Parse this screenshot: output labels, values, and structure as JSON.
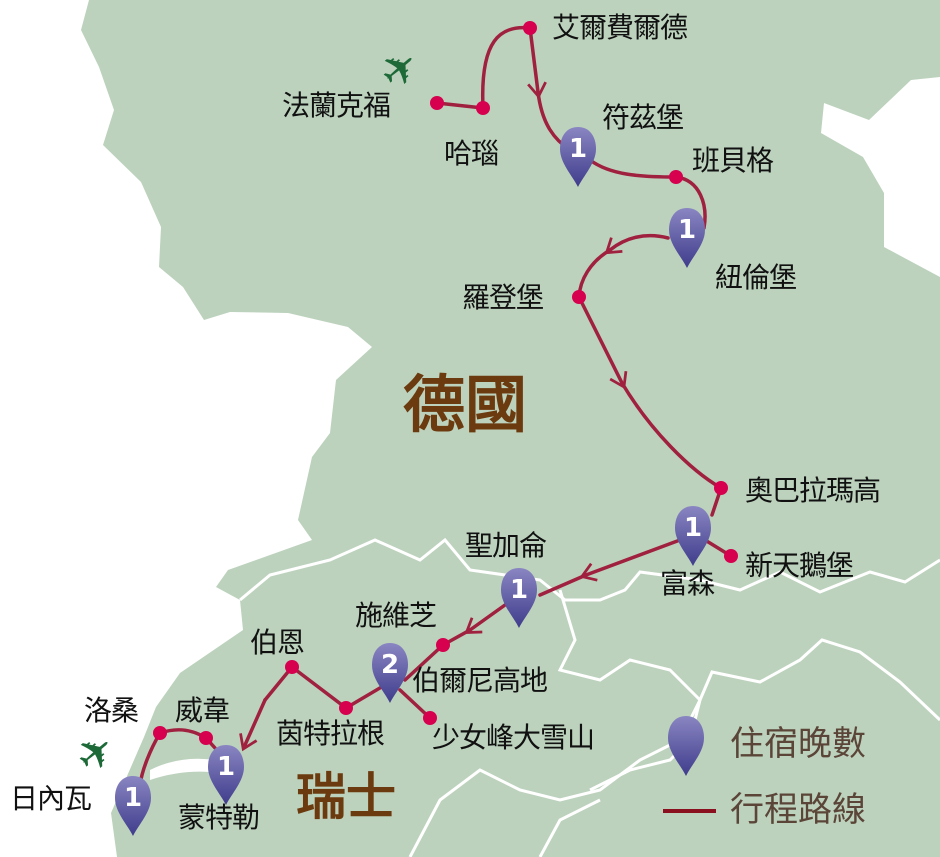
{
  "colors": {
    "land": "#bcd2bd",
    "route": "#a0203f",
    "city": "#d6004f",
    "pin": "#5a58a0",
    "country": "#6b3a0e",
    "plane": "#1d6a38"
  },
  "countries": {
    "germany": "德國",
    "switzerland": "瑞士"
  },
  "cities": {
    "erfurt": "艾爾費爾德",
    "frankfurt": "法蘭克福",
    "hanau": "哈瑙",
    "wurzburg": "符茲堡",
    "bamberg": "班貝格",
    "nuremberg": "紐倫堡",
    "rothenburg": "羅登堡",
    "oberammergau": "奧巴拉瑪高",
    "neuschwanstein": "新天鵝堡",
    "fussen": "富森",
    "st_gallen": "聖加侖",
    "schwyz": "施維芝",
    "bern": "伯恩",
    "bernese_oberland": "伯爾尼高地",
    "interlaken": "茵特拉根",
    "jungfrau": "少女峰大雪山",
    "lausanne": "洛桑",
    "vevey": "威韋",
    "geneva": "日內瓦",
    "montreux": "蒙特勒"
  },
  "stays": {
    "wurzburg": "1",
    "nuremberg": "1",
    "fussen": "1",
    "st_gallen": "1",
    "bernese_oberland": "2",
    "montreux": "1",
    "geneva": "1"
  },
  "legend": {
    "nights": "住宿晚數",
    "route": "行程路線"
  },
  "icons": {
    "airport": "airplane-icon",
    "stay": "map-pin-icon"
  }
}
